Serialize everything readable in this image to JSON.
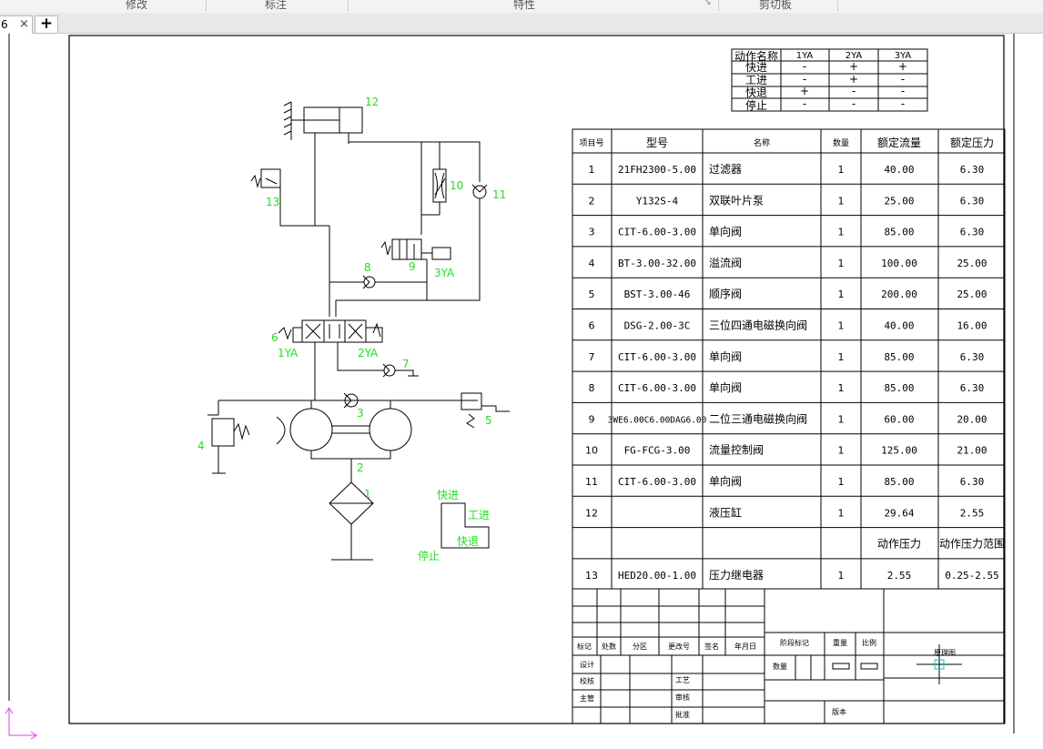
{
  "ribbon": {
    "groups": [
      "修改",
      "标注",
      "特性",
      "剪切板"
    ],
    "corner_icon": "dialog-launcher-icon"
  },
  "tabs": {
    "current": "6",
    "close_glyph": "×",
    "add_glyph": "+"
  },
  "action_table": {
    "headers": [
      "动作名称",
      "1YA",
      "2YA",
      "3YA"
    ],
    "rows": [
      [
        "快进",
        "-",
        "+",
        "+"
      ],
      [
        "工进",
        "-",
        "+",
        "-"
      ],
      [
        "快退",
        "+",
        "-",
        "-"
      ],
      [
        "停止",
        "-",
        "-",
        "-"
      ]
    ]
  },
  "parts_table": {
    "headers": [
      "项目号",
      "型号",
      "名称",
      "数量",
      "额定流量",
      "额定压力"
    ],
    "rows": [
      [
        "1",
        "21FH2300-5.00",
        "过滤器",
        "1",
        "40.00",
        "6.30"
      ],
      [
        "2",
        "Y132S-4",
        "双联叶片泵",
        "1",
        "25.00",
        "6.30"
      ],
      [
        "3",
        "CIT-6.00-3.00",
        "单向阀",
        "1",
        "85.00",
        "6.30"
      ],
      [
        "4",
        "BT-3.00-32.00",
        "溢流阀",
        "1",
        "100.00",
        "25.00"
      ],
      [
        "5",
        "BST-3.00-46",
        "顺序阀",
        "1",
        "200.00",
        "25.00"
      ],
      [
        "6",
        "DSG-2.00-3C",
        "三位四通电磁换向阀",
        "1",
        "40.00",
        "16.00"
      ],
      [
        "7",
        "CIT-6.00-3.00",
        "单向阀",
        "1",
        "85.00",
        "6.30"
      ],
      [
        "8",
        "CIT-6.00-3.00",
        "单向阀",
        "1",
        "85.00",
        "6.30"
      ],
      [
        "9",
        "3WE6.00C6.00DAG6.00",
        "二位三通电磁换向阀",
        "1",
        "60.00",
        "20.00"
      ],
      [
        "10",
        "FG-FCG-3.00",
        "流量控制阀",
        "1",
        "125.00",
        "21.00"
      ],
      [
        "11",
        "CIT-6.00-3.00",
        "单向阀",
        "1",
        "85.00",
        "6.30"
      ],
      [
        "12",
        "",
        "液压缸",
        "1",
        "29.64",
        "2.55"
      ],
      [
        "",
        "",
        "",
        "",
        "动作压力",
        "动作压力范围"
      ],
      [
        "13",
        "HED20.00-1.00",
        "压力继电器",
        "1",
        "2.55",
        "0.25-2.55"
      ]
    ]
  },
  "title_block": {
    "row_labels": [
      "标记",
      "处数",
      "分区",
      "更改号",
      "签名",
      "年月日"
    ],
    "left_labels": [
      "设计",
      "校核",
      "主管"
    ],
    "mid_labels": [
      "工艺",
      "审核",
      "批准"
    ],
    "stage_label": "阶段标记",
    "weight_label": "重量",
    "scale_label": "比例",
    "count_label": "数量",
    "version_label": "版本",
    "drawing_name": "原理图"
  },
  "diagram": {
    "component_numbers": [
      "1",
      "2",
      "3",
      "4",
      "5",
      "6",
      "7",
      "8",
      "9",
      "10",
      "11",
      "12",
      "13"
    ],
    "solenoids": [
      "1YA",
      "2YA",
      "3YA"
    ],
    "cycle_labels": [
      "快进",
      "工进",
      "快退",
      "停止"
    ]
  },
  "colors": {
    "green": "#22dd22",
    "magenta": "#e040e0",
    "line": "#000000"
  }
}
